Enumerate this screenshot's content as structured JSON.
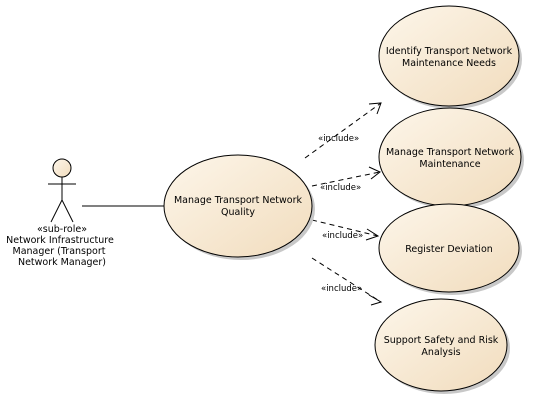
{
  "colors": {
    "usecase_fill_light": "#fdf6ea",
    "usecase_fill_dark": "#f1dcbd",
    "stroke": "#000000",
    "shadow": "#c8c8c8"
  },
  "actor": {
    "stereotype": "«sub-role»",
    "name_lines": [
      "Network Infrastructure",
      "Manager (Transport",
      "Network Manager)"
    ]
  },
  "main_usecase": {
    "lines": [
      "Manage Transport Network",
      "Quality"
    ]
  },
  "included_usecases": [
    {
      "lines": [
        "Identify Transport Network",
        "Maintenance Needs"
      ]
    },
    {
      "lines": [
        "Manage Transport Network",
        "Maintenance"
      ]
    },
    {
      "lines": [
        "Register Deviation"
      ]
    },
    {
      "lines": [
        "Support Safety and Risk",
        "Analysis"
      ]
    }
  ],
  "include_label": "«include»"
}
